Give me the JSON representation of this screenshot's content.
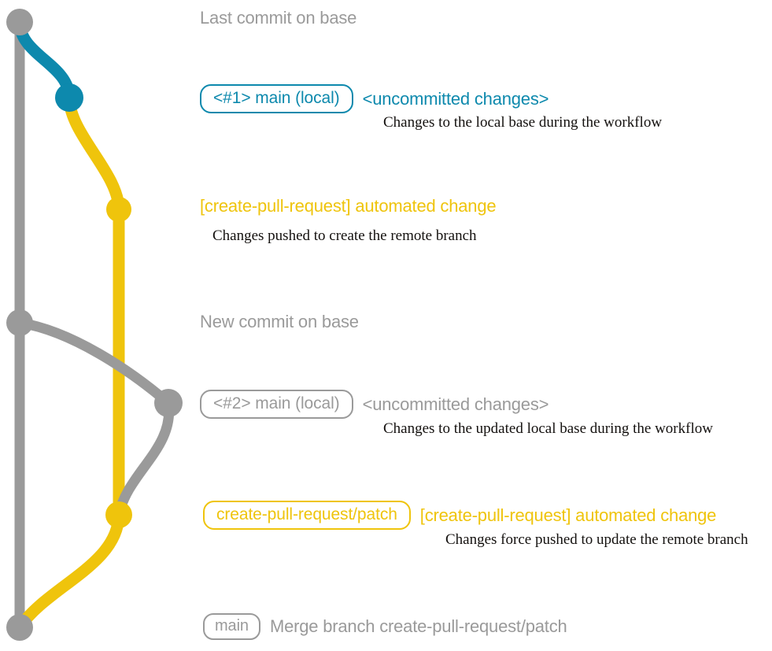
{
  "diagram": {
    "title": "git branch history: create-pull-request workflow",
    "colors": {
      "base": "#9a9a9a",
      "local": "#0d89ad",
      "patch": "#efc40c",
      "note_text": "#14110f",
      "background": "#ffffff"
    },
    "lane_count": 3
  },
  "entries": [
    {
      "id": "last-commit-on-base",
      "ref": null,
      "subject": "Last commit on base",
      "subject_color": "#9a9a9a",
      "note": null,
      "node_color": "#9a9a9a"
    },
    {
      "id": "local-uncommitted-1",
      "ref": "<#1> main (local)",
      "ref_color": "#0d89ad",
      "subject": "<uncommitted changes>",
      "subject_color": "#0d89ad",
      "note": "Changes to the local base during the workflow",
      "node_color": "#0d89ad"
    },
    {
      "id": "automated-change-1",
      "ref": null,
      "subject": "[create-pull-request] automated change",
      "subject_color": "#efc40c",
      "note": "Changes pushed to create the remote branch",
      "node_color": "#efc40c"
    },
    {
      "id": "new-commit-on-base",
      "ref": null,
      "subject": "New commit on base",
      "subject_color": "#9a9a9a",
      "note": null,
      "node_color": "#9a9a9a"
    },
    {
      "id": "local-uncommitted-2",
      "ref": "<#2> main (local)",
      "ref_color": "#9a9a9a",
      "subject": "<uncommitted changes>",
      "subject_color": "#9a9a9a",
      "note": "Changes to the updated local base during the workflow",
      "node_color": "#9a9a9a"
    },
    {
      "id": "automated-change-2",
      "ref": "create-pull-request/patch",
      "ref_color": "#efc40c",
      "subject": "[create-pull-request] automated change",
      "subject_color": "#efc40c",
      "note": "Changes force pushed to update the remote branch",
      "node_color": "#efc40c"
    },
    {
      "id": "merge-commit",
      "ref": "main",
      "ref_color": "#9a9a9a",
      "subject": "Merge branch create-pull-request/patch",
      "subject_color": "#9a9a9a",
      "note": null,
      "node_color": "#9a9a9a"
    }
  ]
}
